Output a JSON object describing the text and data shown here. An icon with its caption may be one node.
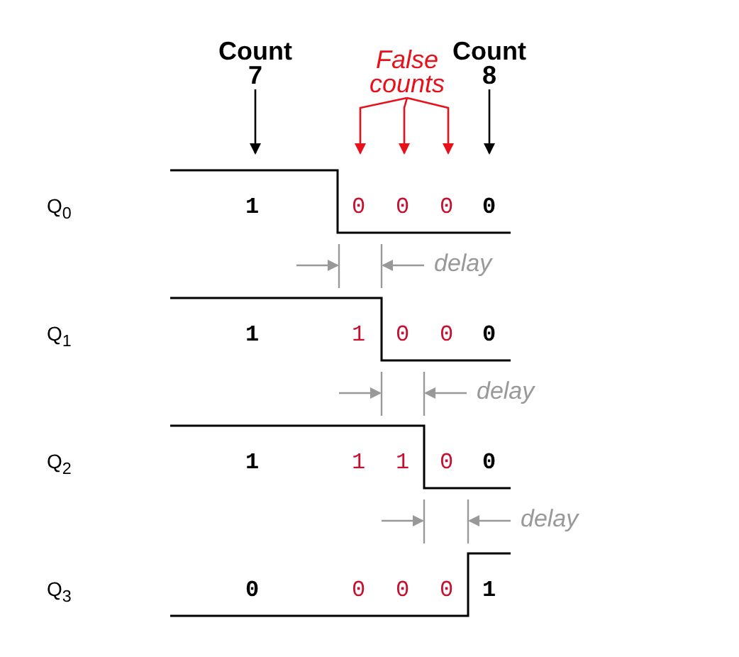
{
  "diagram": {
    "nodes": [
      {
        "text": [
          "Count 7"
        ]
      },
      {
        "text": [
          "False counts"
        ]
      },
      {
        "text": [
          "Count 8"
        ]
      }
    ],
    "edges": [
      {
        "from": 0,
        "to": null,
        "arrow": "to",
        "color": "#000000"
      },
      {
        "from": 1,
        "to": null,
        "arrow": "to",
        "color": "#e8101a"
      },
      {
        "from": 1,
        "to": null,
        "arrow": "to",
        "color": "#e8101a"
      },
      {
        "from": 1,
        "to": null,
        "arrow": "to",
        "color": "#e8101a"
      },
      {
        "from": 2,
        "to": null,
        "arrow": "to",
        "color": "#000000"
      }
    ],
    "labels": [
      "Q$_{0}$",
      "1",
      "0",
      "0",
      "0",
      "0",
      "delay",
      "Q$_{1}$",
      "1",
      "1",
      "0",
      "0",
      "0",
      "delay",
      "Q$_{2}$",
      "1",
      "1",
      "1",
      "0",
      "0",
      "delay",
      "Q$_{3}$",
      "0",
      "0",
      "0",
      "0",
      "1"
    ]
  }
}
